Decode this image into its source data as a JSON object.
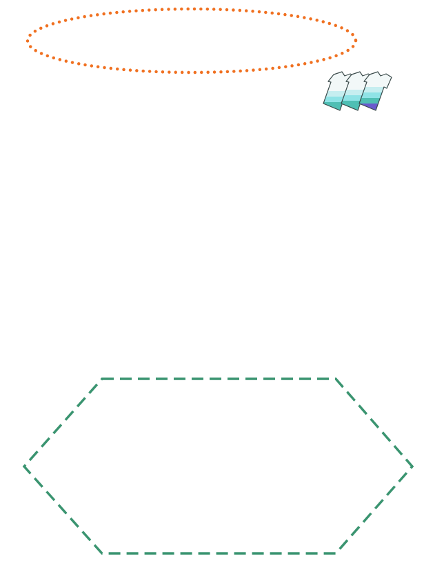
{
  "colors": {
    "background": "#ffffff",
    "ellipse_stroke": "#f07020",
    "hexagon_stroke": "#3a9470",
    "shirt_outline": "#3a4a4a",
    "shirt_body": "#f2f8f8",
    "shirt_band_light": "#c6eef0",
    "shirt_band_mid": "#8fe3e6",
    "shirt_band_teal": "#4fbfb4",
    "shirt_band_purple": "#6a5acd"
  },
  "shapes": [
    {
      "kind": "ellipse",
      "style": "dotted",
      "color_key": "ellipse_stroke"
    },
    {
      "kind": "hexagon",
      "style": "dashed",
      "color_key": "hexagon_stroke"
    }
  ],
  "icons": [
    {
      "name": "shirts-icon",
      "count": 3
    }
  ]
}
